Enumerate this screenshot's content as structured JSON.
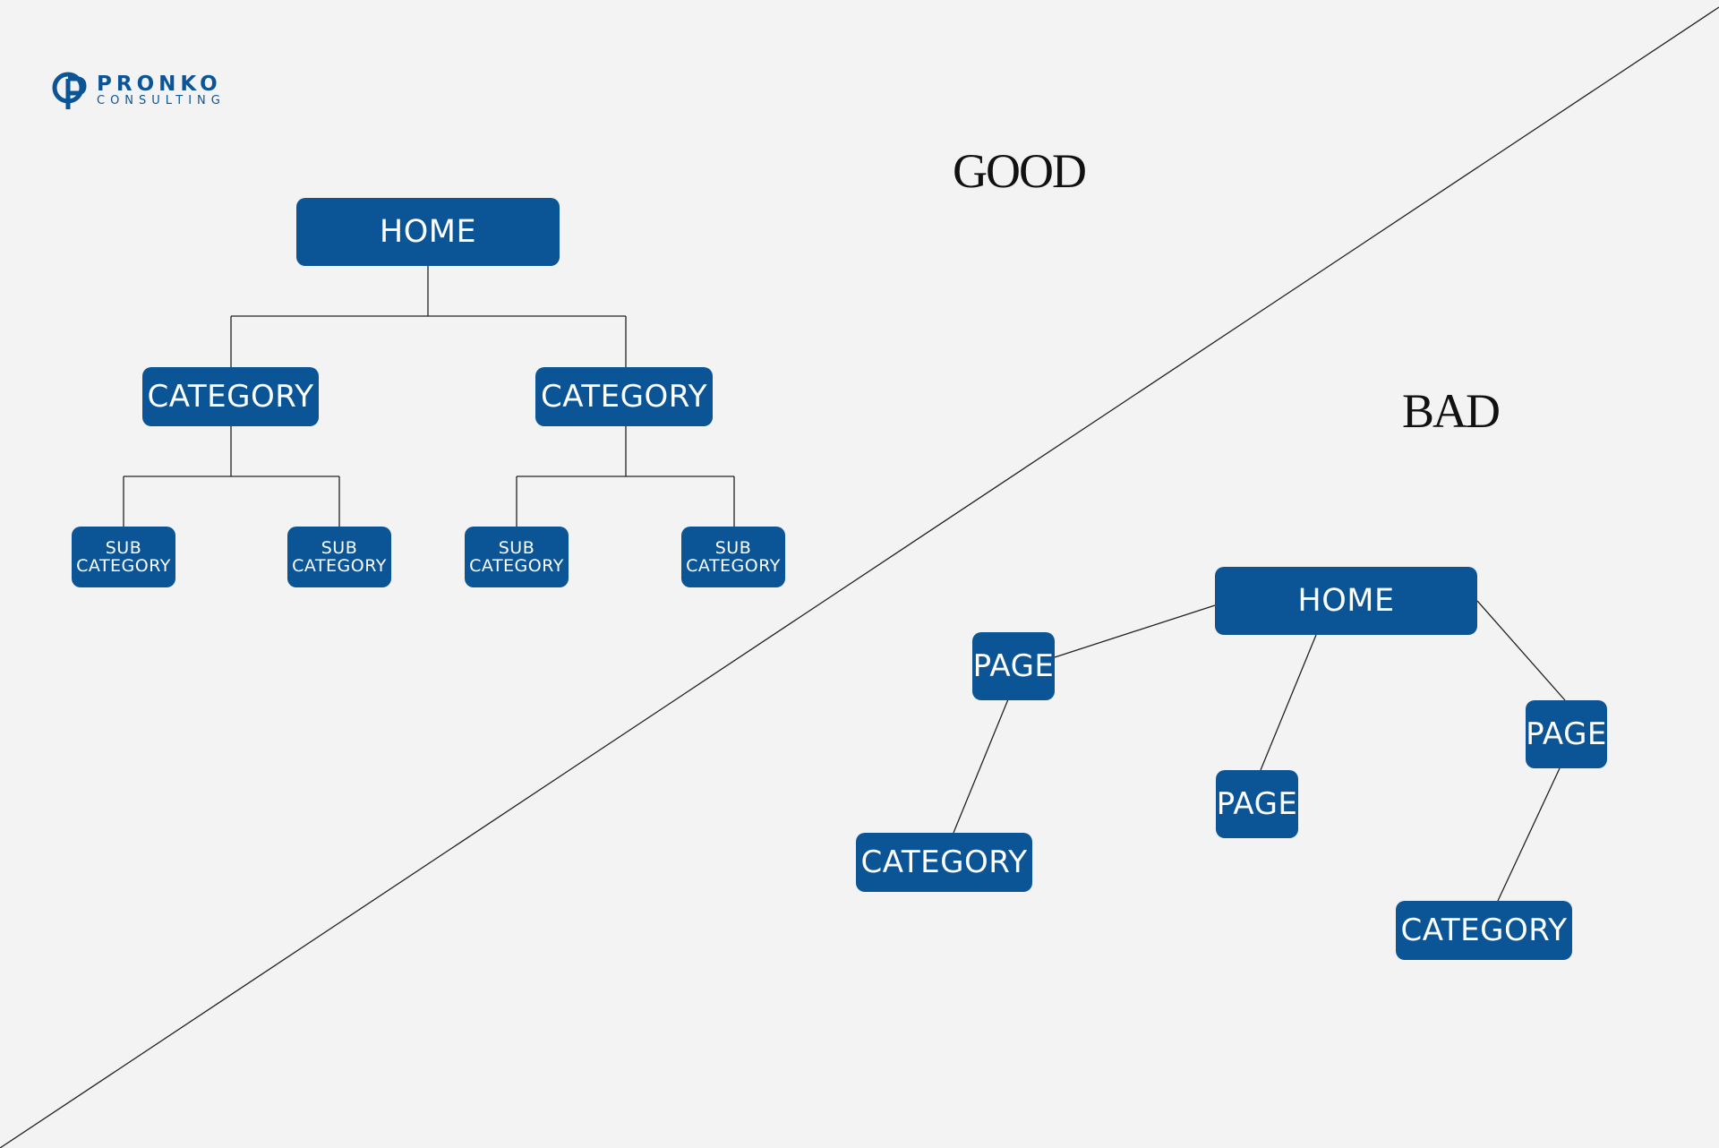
{
  "logo": {
    "brand": "PRONKO",
    "sub": "CONSULTING",
    "icon": "pronko-logo-icon",
    "color": "#0b5597"
  },
  "labels": {
    "good": "GOOD",
    "bad": "BAD"
  },
  "colors": {
    "node": "#0b5597",
    "node_text": "#ffffff",
    "line": "#222222",
    "background": "#f3f3f3"
  },
  "good_tree": {
    "home": "HOME",
    "categories": [
      "CATEGORY",
      "CATEGORY"
    ],
    "subcategories": [
      "SUB\nCATEGORY",
      "SUB\nCATEGORY",
      "SUB\nCATEGORY",
      "SUB\nCATEGORY"
    ]
  },
  "bad_tree": {
    "home": "HOME",
    "pages": [
      "PAGE",
      "PAGE",
      "PAGE"
    ],
    "categories": [
      "CATEGORY",
      "CATEGORY"
    ]
  }
}
